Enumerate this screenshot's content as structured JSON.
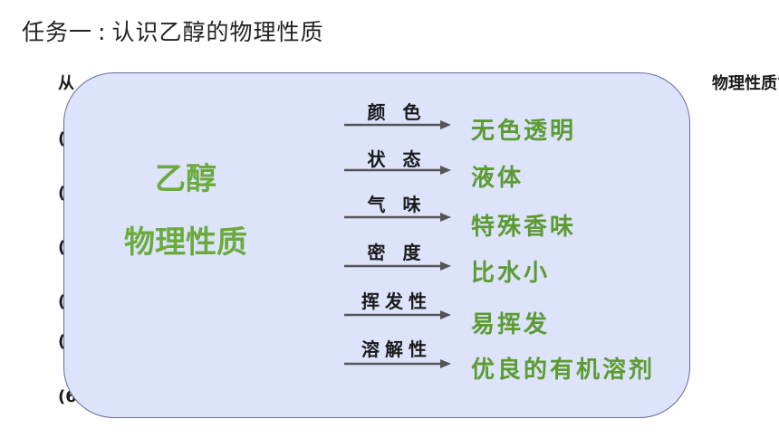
{
  "header": {
    "title_prefix": "任务一",
    "title_sep": ":",
    "title_main": "认识乙醇的物理性质"
  },
  "background": {
    "question_left": "从",
    "question_right": "物理性质?",
    "markers": [
      "(",
      "(",
      "(",
      "(",
      "(",
      "(6"
    ]
  },
  "card": {
    "heading_line1": "乙醇",
    "heading_line2": "物理性质",
    "rows": [
      {
        "label": "颜 色",
        "value": "无色透明"
      },
      {
        "label": "状 态",
        "value": "液体"
      },
      {
        "label": "气 味",
        "value": "特殊香味"
      },
      {
        "label": "密 度",
        "value": "比水小"
      },
      {
        "label": "挥发性",
        "value": "易挥发"
      },
      {
        "label": "溶解性",
        "value": "优良的有机溶剂"
      }
    ],
    "colors": {
      "background": "#dde3fb",
      "heading": "#6aab3c",
      "value": "#5c9b32",
      "arrow": "#555555"
    }
  }
}
